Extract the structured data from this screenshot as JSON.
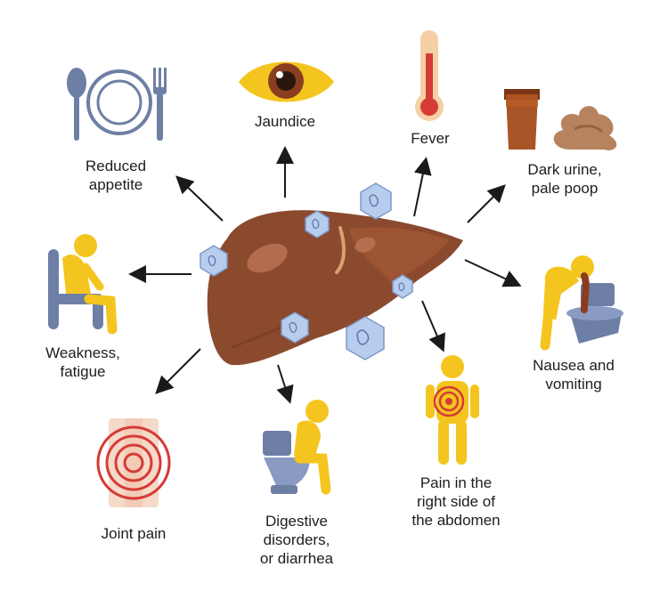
{
  "colors": {
    "liver": "#8b4a2e",
    "liver_light": "#a65b38",
    "icon_blue": "#6e7fa6",
    "icon_yellow": "#f4c51f",
    "arrow": "#1a1a1a",
    "pain_red": "#d63b35",
    "virus": "#a9c1e6"
  },
  "symptoms": [
    {
      "label": "Jaundice",
      "icon": "eye-icon"
    },
    {
      "label": "Fever",
      "icon": "thermometer-icon"
    },
    {
      "label": "Dark urine,\npale poop",
      "icon": "urine-glass-and-stool-icon"
    },
    {
      "label": "Reduced\nappetite",
      "icon": "plate-and-cutlery-icon"
    },
    {
      "label": "Weakness,\nfatigue",
      "icon": "tired-person-icon"
    },
    {
      "label": "Nausea and\nvomiting",
      "icon": "vomiting-person-icon"
    },
    {
      "label": "Joint pain",
      "icon": "knee-joint-icon"
    },
    {
      "label": "Digestive\ndisorders,\nor diarrhea",
      "icon": "person-on-toilet-icon"
    },
    {
      "label": "Pain in the\nright side of\nthe abdomen",
      "icon": "abdomen-pain-icon"
    }
  ]
}
